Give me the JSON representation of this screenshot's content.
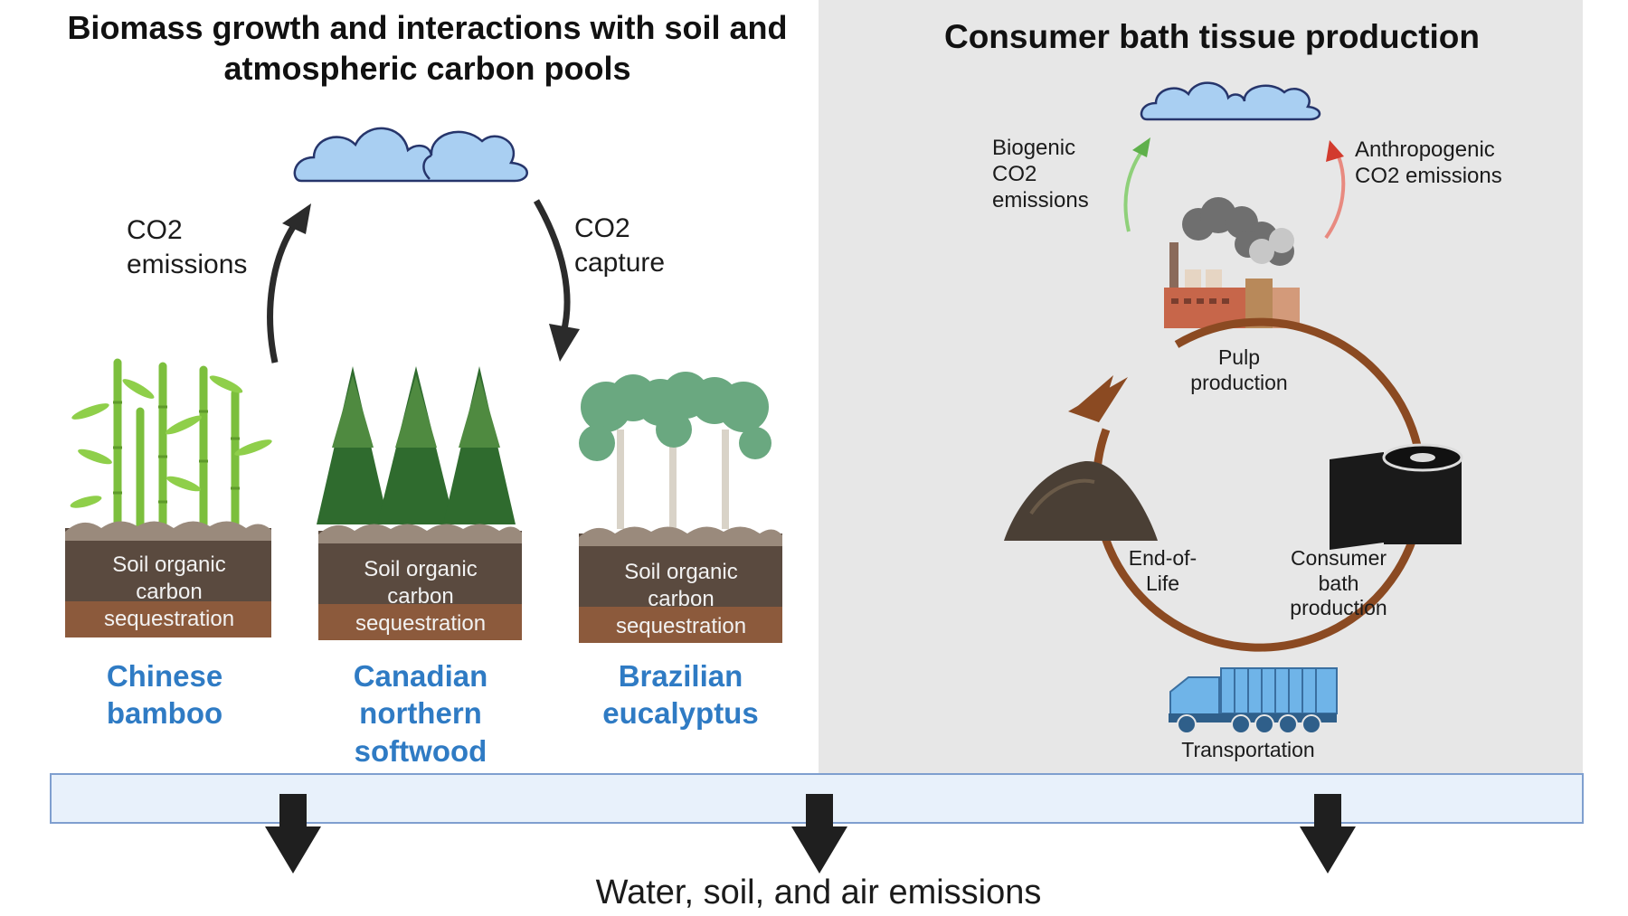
{
  "left_panel": {
    "title": "Biomass growth and interactions with soil and atmospheric carbon pools",
    "emissions_label": "CO2\nemissions",
    "capture_label": "CO2\ncapture",
    "soil_label": "Soil organic carbon sequestration",
    "species": [
      {
        "name": "Chinese bamboo"
      },
      {
        "name": "Canadian northern softwood"
      },
      {
        "name": "Brazilian eucalyptus"
      }
    ]
  },
  "right_panel": {
    "title": "Consumer bath tissue production",
    "biogenic_label": "Biogenic CO2 emissions",
    "anthropogenic_label": "Anthropogenic CO2 emissions",
    "stages": {
      "pulp": "Pulp production",
      "consumer": "Consumer bath production",
      "transport": "Transportation",
      "end_of_life": "End-of-Life"
    }
  },
  "bottom": {
    "label": "Water, soil, and air emissions"
  },
  "colors": {
    "species_text": "#2f7bc4",
    "cloud": "#a9cff2",
    "cycle_arrow": "#8b4a22",
    "biogenic_arrow": "#5fb04b",
    "anthropogenic_arrow": "#d23b2e",
    "right_panel_bg": "#e7e7e7"
  }
}
